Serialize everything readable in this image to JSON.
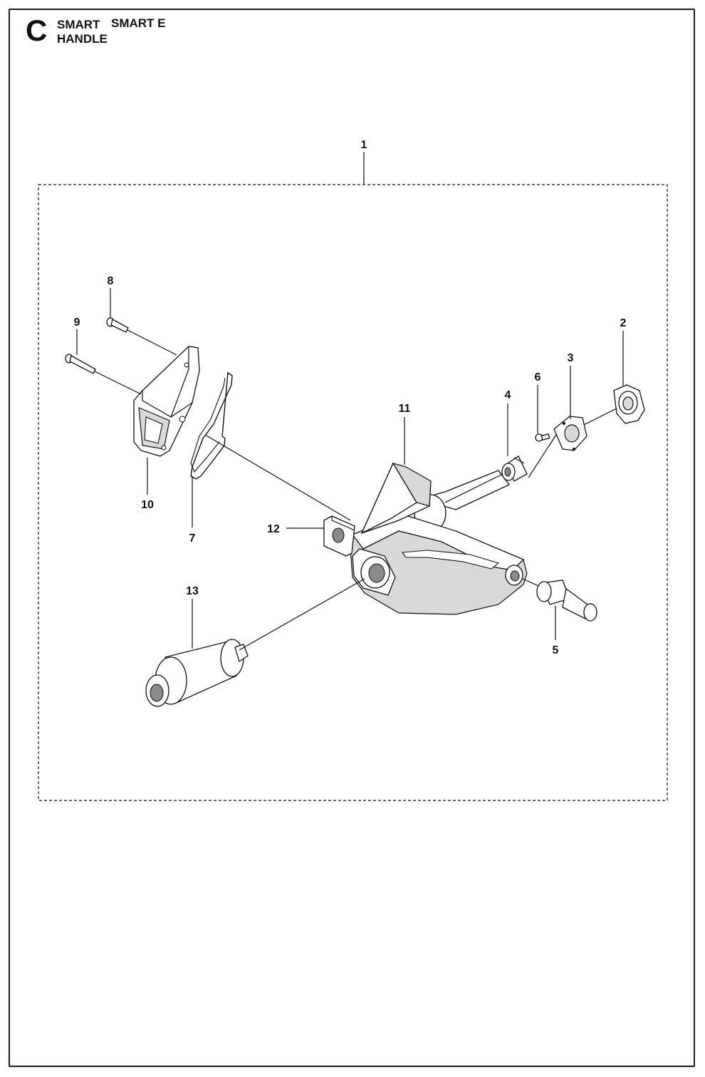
{
  "header": {
    "section_letter": "C",
    "models": [
      "SMART",
      "SMART E"
    ],
    "title": "HANDLE"
  },
  "callouts": [
    "1",
    "2",
    "3",
    "4",
    "5",
    "6",
    "7",
    "8",
    "9",
    "10",
    "11",
    "12",
    "13"
  ]
}
